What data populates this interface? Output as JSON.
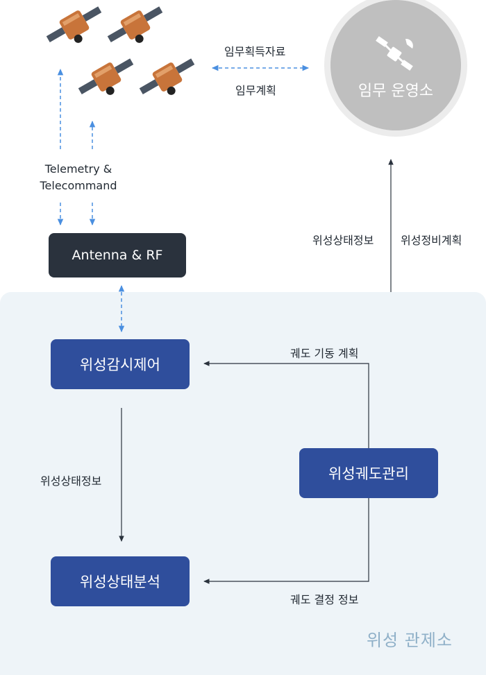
{
  "satellites": {
    "count": 4,
    "icon": "satellite-icon"
  },
  "telemetry_label_line1": "Telemetry &",
  "telemetry_label_line2": "Telecommand",
  "antenna_box": "Antenna & RF",
  "mission_ops": {
    "label": "임무 운영소",
    "icon": "satellite-icon"
  },
  "mission_link": {
    "top_label": "임무획득자료",
    "bottom_label": "임무계획"
  },
  "ops_links": {
    "left_label": "위성상태정보",
    "right_label": "위성정비계획"
  },
  "control_center": {
    "label": "위성 관제소",
    "monitor_box": "위성감시제어",
    "analysis_box": "위성상태분석",
    "orbit_box": "위성궤도관리",
    "monitor_to_analysis": "위성상태정보",
    "orbit_to_monitor": "궤도 기동 계획",
    "orbit_to_analysis": "궤도 결정 정보"
  },
  "colors": {
    "box_blue": "#2f4e9c",
    "box_dark": "#2a323d",
    "dashed_arrow": "#4a8fe0",
    "region_bg": "#eef4f8",
    "region_label": "#8fb0c8",
    "ops_circle": "#bfbfbf",
    "satellite_body": "#c8743a"
  }
}
